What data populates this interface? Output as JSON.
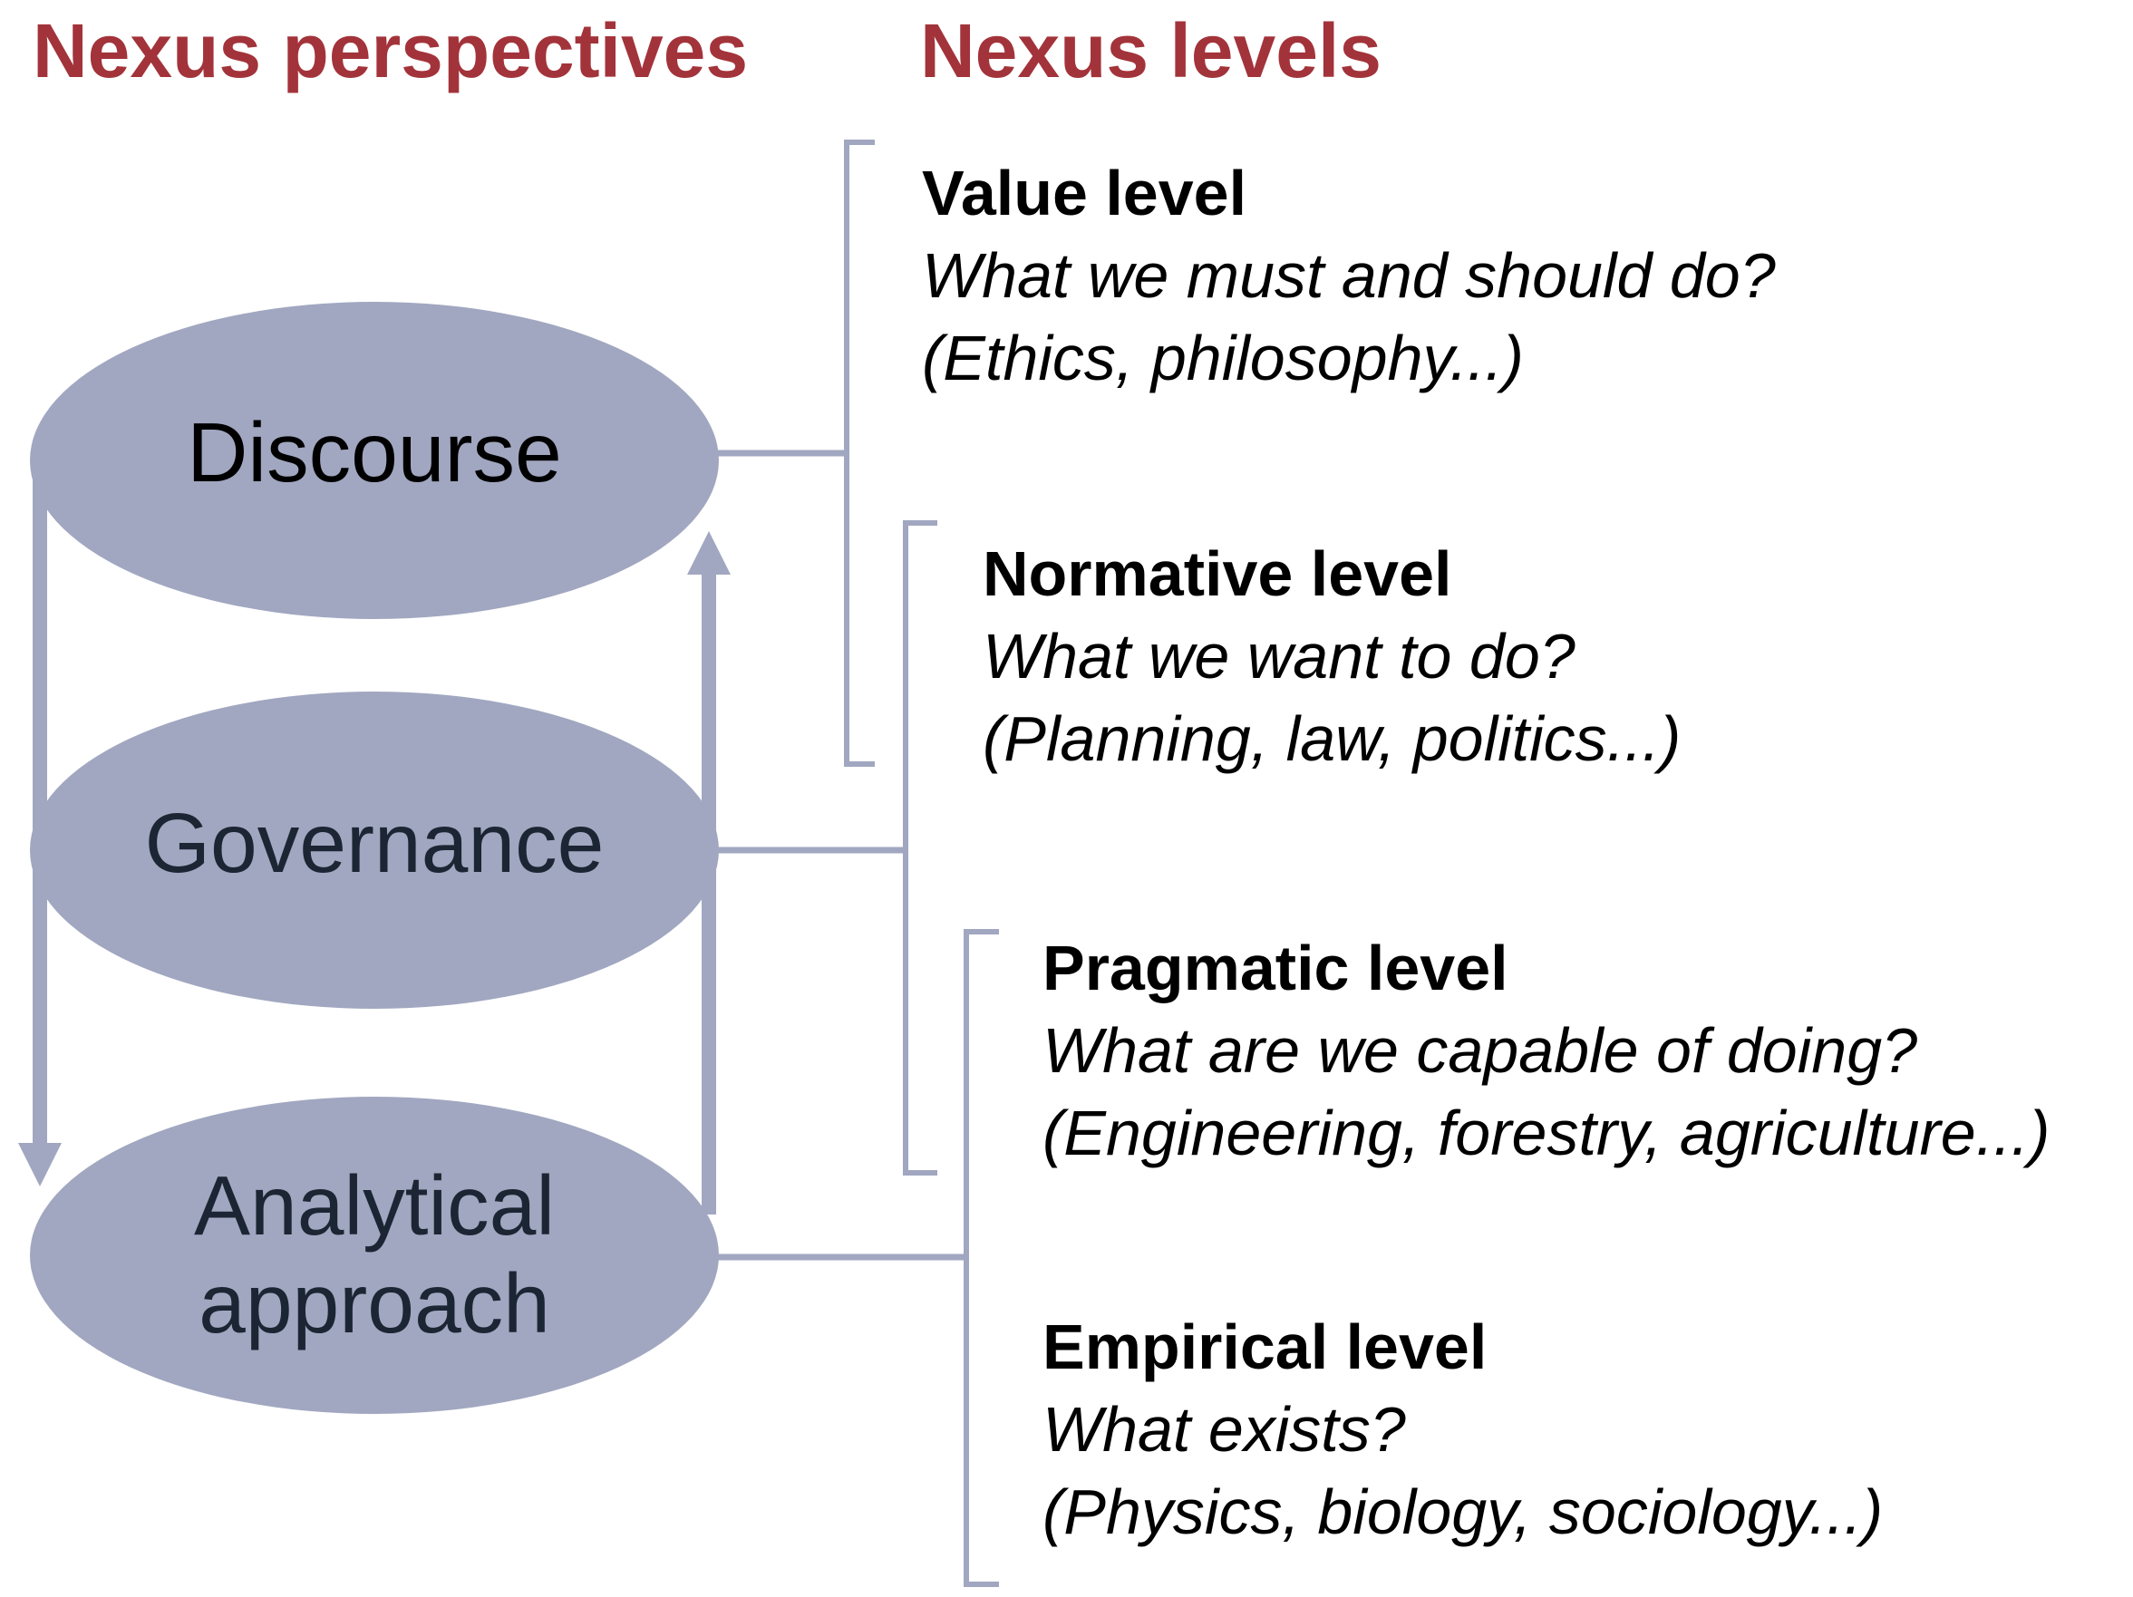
{
  "colors": {
    "heading": "#a3333a",
    "node_fill": "#a1a7c0",
    "connector": "#a1a7c0",
    "node_text": "#1c2533",
    "level_text": "#000000"
  },
  "headings": {
    "perspectives": "Nexus perspectives",
    "levels": "Nexus levels"
  },
  "perspectives": [
    {
      "label": "Discourse"
    },
    {
      "label": "Governance"
    },
    {
      "label": "Analytical approach"
    }
  ],
  "levels": [
    {
      "title": "Value level",
      "question": "What we must and should do?",
      "disciplines": "(Ethics, philosophy...)"
    },
    {
      "title": "Normative level",
      "question": "What we want to do?",
      "disciplines": "(Planning, law, politics...)"
    },
    {
      "title": "Pragmatic level",
      "question": "What are we capable of doing?",
      "disciplines": "(Engineering, forestry, agriculture...)"
    },
    {
      "title": "Empirical level",
      "question": "What exists?",
      "disciplines": "(Physics, biology, sociology...)"
    }
  ]
}
